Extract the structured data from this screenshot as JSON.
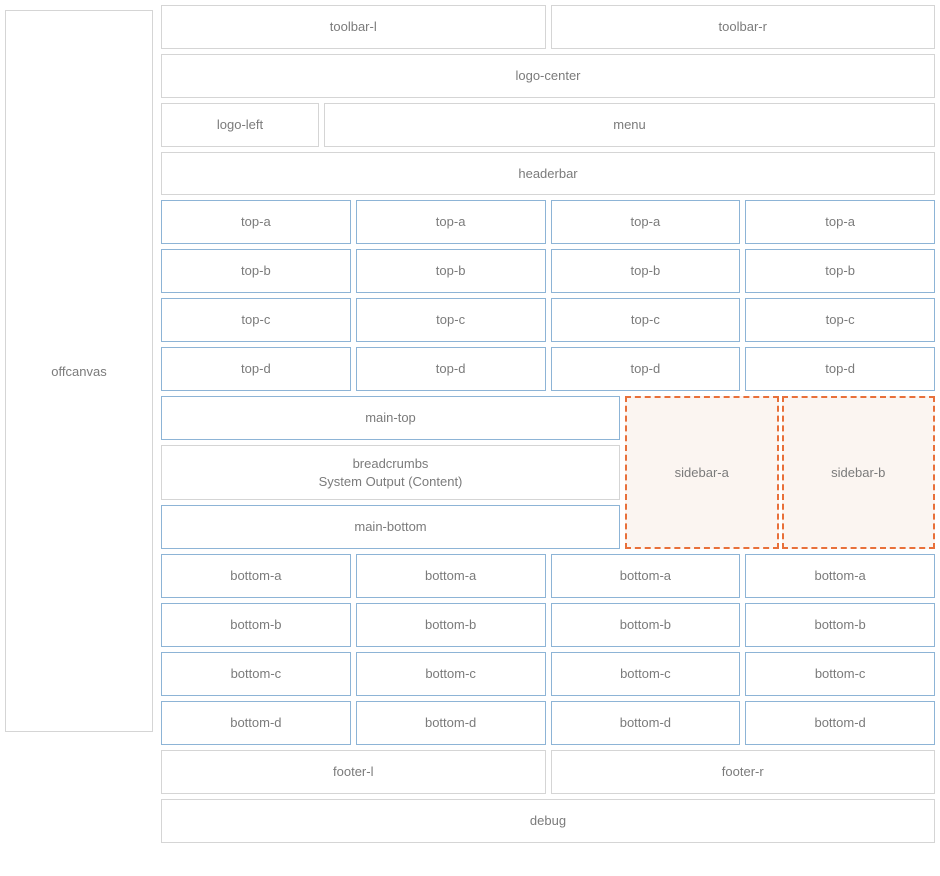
{
  "offcanvas": {
    "label": "offcanvas"
  },
  "toolbar": {
    "left_label": "toolbar-l",
    "right_label": "toolbar-r"
  },
  "logo": {
    "center_label": "logo-center",
    "left_label": "logo-left"
  },
  "nav": {
    "menu_label": "menu",
    "headerbar_label": "headerbar"
  },
  "top_grid": {
    "rows": [
      {
        "key": "top-a",
        "cells": [
          "top-a",
          "top-a",
          "top-a",
          "top-a"
        ]
      },
      {
        "key": "top-b",
        "cells": [
          "top-b",
          "top-b",
          "top-b",
          "top-b"
        ]
      },
      {
        "key": "top-c",
        "cells": [
          "top-c",
          "top-c",
          "top-c",
          "top-c"
        ]
      },
      {
        "key": "top-d",
        "cells": [
          "top-d",
          "top-d",
          "top-d",
          "top-d"
        ]
      }
    ]
  },
  "main": {
    "top_label": "main-top",
    "content_label": "breadcrumbs\nSystem Output (Content)",
    "bottom_label": "main-bottom"
  },
  "sidebar": {
    "a_label": "sidebar-a",
    "b_label": "sidebar-b"
  },
  "bottom_grid": {
    "rows": [
      {
        "key": "bottom-a",
        "cells": [
          "bottom-a",
          "bottom-a",
          "bottom-a",
          "bottom-a"
        ]
      },
      {
        "key": "bottom-b",
        "cells": [
          "bottom-b",
          "bottom-b",
          "bottom-b",
          "bottom-b"
        ]
      },
      {
        "key": "bottom-c",
        "cells": [
          "bottom-c",
          "bottom-c",
          "bottom-c",
          "bottom-c"
        ]
      },
      {
        "key": "bottom-d",
        "cells": [
          "bottom-d",
          "bottom-d",
          "bottom-d",
          "bottom-d"
        ]
      }
    ]
  },
  "footer": {
    "left_label": "footer-l",
    "right_label": "footer-r"
  },
  "debug": {
    "label": "debug"
  },
  "colors": {
    "border_blue": "#8db4d6",
    "border_gray": "#d5d5d5",
    "border_dashed_orange": "#e8703a",
    "sidebar_background": "#fbf5f1",
    "text_gray": "#7b7b7b",
    "page_background": "#ffffff"
  }
}
